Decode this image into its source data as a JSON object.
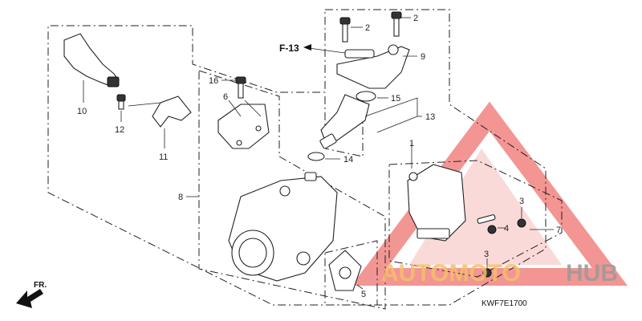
{
  "diagram": {
    "part_labels": [
      "1",
      "2",
      "2",
      "3",
      "3",
      "4",
      "5",
      "6",
      "7",
      "8",
      "9",
      "10",
      "11",
      "12",
      "13",
      "14",
      "15",
      "16"
    ],
    "reference": "F-13",
    "front_label": "FR.",
    "drawing_code": "KWF7E1700"
  },
  "watermark": {
    "text_a": "AUTOMOTO",
    "text_b": "HUB",
    "colors": {
      "triangle": "#e8403c",
      "text_a": "#f5c06b",
      "text_b": "#9a9a9a"
    }
  }
}
